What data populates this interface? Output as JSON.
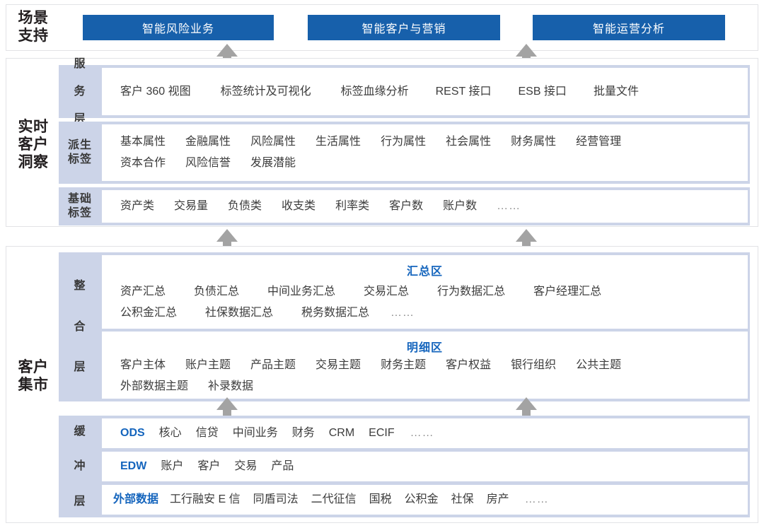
{
  "groups": {
    "scene": "场景\n支持",
    "insight": "实时\n客户\n洞察",
    "mart": "客户\n集市"
  },
  "scene": {
    "buttons": [
      {
        "label": "智能风险业务"
      },
      {
        "label": "智能客户与营销"
      },
      {
        "label": "智能运营分析"
      }
    ]
  },
  "insight": {
    "bands": [
      {
        "label": "服务层",
        "label_chars": [
          "服",
          "务",
          "层"
        ],
        "items": [
          "客户 360 视图",
          "标签统计及可视化",
          "标签血缘分析",
          "REST 接口",
          "ESB 接口",
          "批量文件"
        ]
      },
      {
        "label": "派生标签",
        "label_lines": [
          "派生",
          "标签"
        ],
        "items_row1": [
          "基本属性",
          "金融属性",
          "风险属性",
          "生活属性",
          "行为属性",
          "社会属性",
          "财务属性",
          "经营管理"
        ],
        "items_row2": [
          "资本合作",
          "风险信誉",
          "发展潜能"
        ]
      },
      {
        "label": "基础标签",
        "label_lines": [
          "基础",
          "标签"
        ],
        "items": [
          "资产类",
          "交易量",
          "负债类",
          "收支类",
          "利率类",
          "客户数",
          "账户数"
        ],
        "ellipsis": "……"
      }
    ]
  },
  "mart": {
    "integration": {
      "label_chars": [
        "整",
        "合",
        "层"
      ],
      "summary_zone": {
        "title": "汇总区",
        "items_row1": [
          "资产汇总",
          "负债汇总",
          "中间业务汇总",
          "交易汇总",
          "行为数据汇总",
          "客户经理汇总"
        ],
        "items_row2": [
          "公积金汇总",
          "社保数据汇总",
          "税务数据汇总"
        ],
        "ellipsis": "……"
      },
      "detail_zone": {
        "title": "明细区",
        "items_row1": [
          "客户主体",
          "账户主题",
          "产品主题",
          "交易主题",
          "财务主题",
          "客户权益",
          "银行组织",
          "公共主题"
        ],
        "items_row2": [
          "外部数据主题",
          "补录数据"
        ]
      }
    },
    "buffer": {
      "label_chars": [
        "缓",
        "冲",
        "层"
      ],
      "rows": [
        {
          "accent": "ODS",
          "items": [
            "核心",
            "信贷",
            "中间业务",
            "财务",
            "CRM",
            "ECIF"
          ],
          "ellipsis": "……"
        },
        {
          "accent": "EDW",
          "items": [
            "账户",
            "客户",
            "交易",
            "产品"
          ],
          "ellipsis": ""
        },
        {
          "accent": "外部数据",
          "items": [
            "工行融安 E 信",
            "同盾司法",
            "二代征信",
            "国税",
            "公积金",
            "社保",
            "房产"
          ],
          "ellipsis": "……"
        }
      ]
    }
  },
  "colors": {
    "accent_blue": "#1565bd",
    "button_blue": "#1760ab",
    "band_lavender": "#ccd4e8",
    "arrow_gray": "#a3a3a3",
    "panel_border": "#e2e3e6"
  }
}
